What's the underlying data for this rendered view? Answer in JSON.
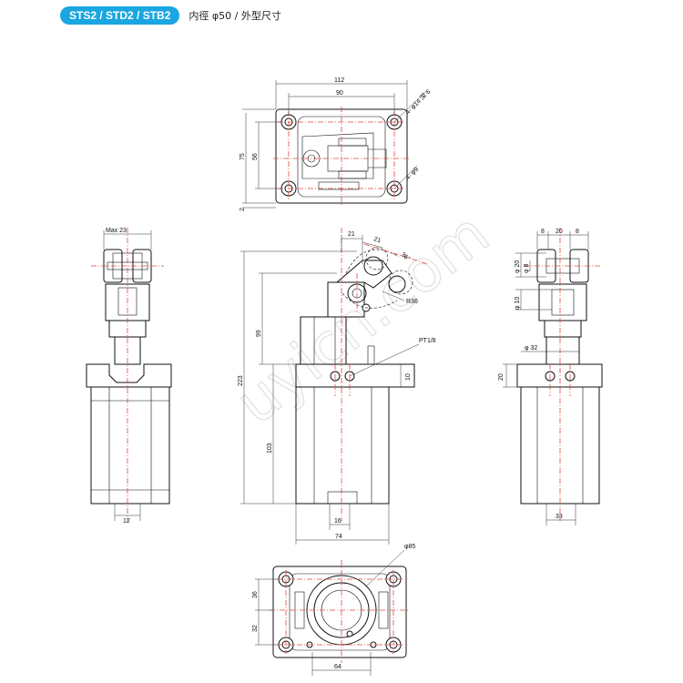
{
  "header": {
    "model_label": "STS2 / STD2 / STB2",
    "spec_text": "内徑 φ50 / 外型尺寸"
  },
  "colors": {
    "accent": "#1aa6e0",
    "centerline": "#e0483f",
    "line": "#111111"
  },
  "watermark": "uyicn.com",
  "dimensions": {
    "top_width_overall": "112",
    "top_width_holes": "90",
    "top_height_overall": "75",
    "top_height_holes": "56",
    "top_offset": "2",
    "cbore_holes": "4- φ14 深 6",
    "thru_holes": "4- φ9",
    "left_max_width": "Max 23",
    "left_rod_width": "12",
    "front_arm_x": "21",
    "front_arm_x2": "21",
    "front_angle": "36°",
    "front_radius": "R36",
    "front_total_height": "223",
    "front_upper_height": "99",
    "front_lower_height": "103",
    "front_port": "PT1/8",
    "front_port_height": "10",
    "front_rod_offset": "16",
    "front_body_width": "74",
    "right_top_w1": "8",
    "right_top_w2": "20",
    "right_top_w3": "8",
    "right_roller_d": "φ 20",
    "right_roller_d2": "φ 8",
    "right_pin_d": "φ 10",
    "right_rod_d": "φ 32",
    "right_flange_h": "20",
    "right_body_w": "33",
    "bottom_bore_d": "φ85",
    "bottom_h_upper": "36",
    "bottom_h_lower": "32",
    "bottom_width": "64"
  }
}
